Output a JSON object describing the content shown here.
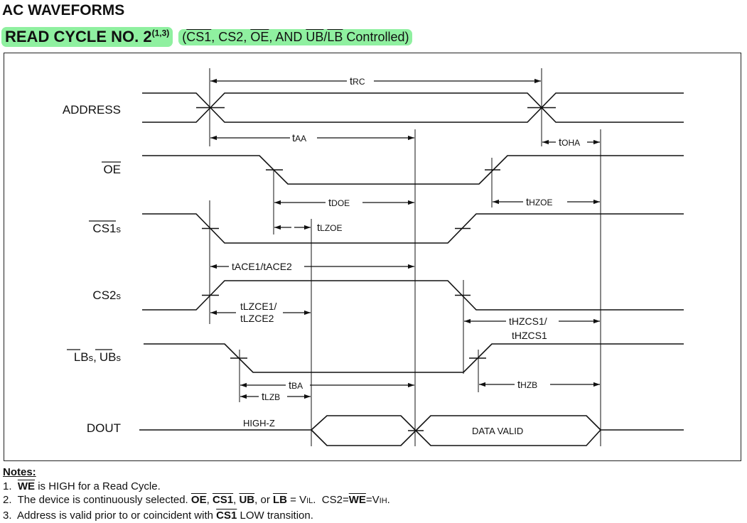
{
  "heading": "AC WAVEFORMS",
  "subtitle": {
    "main": "READ CYCLE NO. 2",
    "sup": "(1,3)",
    "paren_open": "(",
    "cs1": "CS1",
    "sep1": ", CS2, ",
    "oe": "OE",
    "sep2": ", AND ",
    "ub": "UB",
    "slash": "/",
    "lb": "LB",
    "tail": " Controlled)"
  },
  "signals": {
    "address": "ADDRESS",
    "oe": "OE",
    "cs1": "CS1",
    "cs1_sub": "s",
    "cs2": "CS2",
    "cs2_sub": "s",
    "lb": "LB",
    "lb_sub": "s",
    "comma": ",",
    "ub": "UB",
    "ub_sub": "s",
    "dout": "DOUT"
  },
  "timing_labels": {
    "trc_t": "t",
    "trc_sub": "RC",
    "taa_t": "t",
    "taa_sub": "AA",
    "toha_t": "t",
    "toha_sub": "OHA",
    "tdoe_t": "t",
    "tdoe_sub": "DOE",
    "thzoe_t": "t",
    "thzoe_sub": "HZOE",
    "tlzoe_t": "t",
    "tlzoe_sub": "LZOE",
    "tace": "tACE1/tACE2",
    "tlzce_1": "tLZCE1/",
    "tlzce_2": "tLZCE2",
    "thzcs_1": "tHZCS1/",
    "thzcs_2": "tHZCS1",
    "tba_t": "t",
    "tba_sub": "BA",
    "tlzb_t": "t",
    "tlzb_sub": "LZB",
    "thzb_t": "t",
    "thzb_sub": "HZB"
  },
  "dout_labels": {
    "high_z": "HIGH-Z",
    "data_valid": "DATA VALID"
  },
  "notes": {
    "heading": "Notes:",
    "n1_num": "1.",
    "n1_we": "WE",
    "n1_text": " is HIGH for a Read Cycle.",
    "n2_num": "2.",
    "n2_text_a": "The device is continuously selected. ",
    "n2_oe": "OE",
    "n2_c1": ", ",
    "n2_cs1": "CS1",
    "n2_c2": ", ",
    "n2_ub": "UB",
    "n2_c3": ", or ",
    "n2_lb": "LB",
    "n2_eq": " = V",
    "n2_il": "IL",
    "n2_mid": ".  CS2=",
    "n2_we": "WE",
    "n2_eq2": "=V",
    "n2_ih": "IH",
    "n2_end": ".",
    "n3_num": "3.",
    "n3_text_a": "Address is valid prior to or coincident with ",
    "n3_cs1": "CS1",
    "n3_text_b": " LOW transition."
  },
  "colors": {
    "highlight": "#8ff0a0",
    "line": "#111111"
  }
}
